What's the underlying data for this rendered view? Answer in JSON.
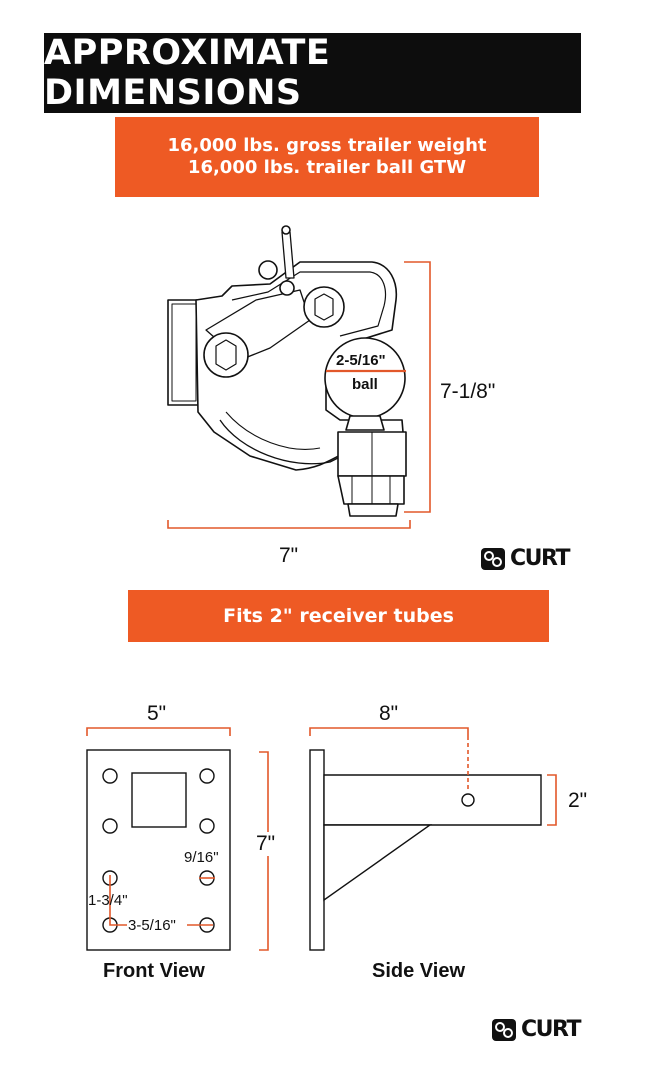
{
  "header": {
    "title": "APPROXIMATE DIMENSIONS"
  },
  "specs": {
    "line1": "16,000 lbs. gross trailer weight",
    "line2": "16,000 lbs. trailer ball GTW"
  },
  "pintle": {
    "ball_size": "2-5/16\"",
    "ball_word": "ball",
    "height": "7-1/8\"",
    "width": "7\""
  },
  "fits": {
    "label": "Fits 2\" receiver tubes"
  },
  "mount": {
    "front_width": "5\"",
    "front_height": "7\"",
    "hole_size": "9/16\"",
    "hole_vertical": "1-3/4\"",
    "hole_horizontal": "3-5/16\"",
    "side_length": "8\"",
    "tube_size": "2\"",
    "front_view": "Front View",
    "side_view": "Side View"
  },
  "brand": {
    "name": "CURT"
  },
  "colors": {
    "accent": "#ee5a24",
    "dark": "#0d0d0d",
    "dim_line": "#e2582a"
  }
}
